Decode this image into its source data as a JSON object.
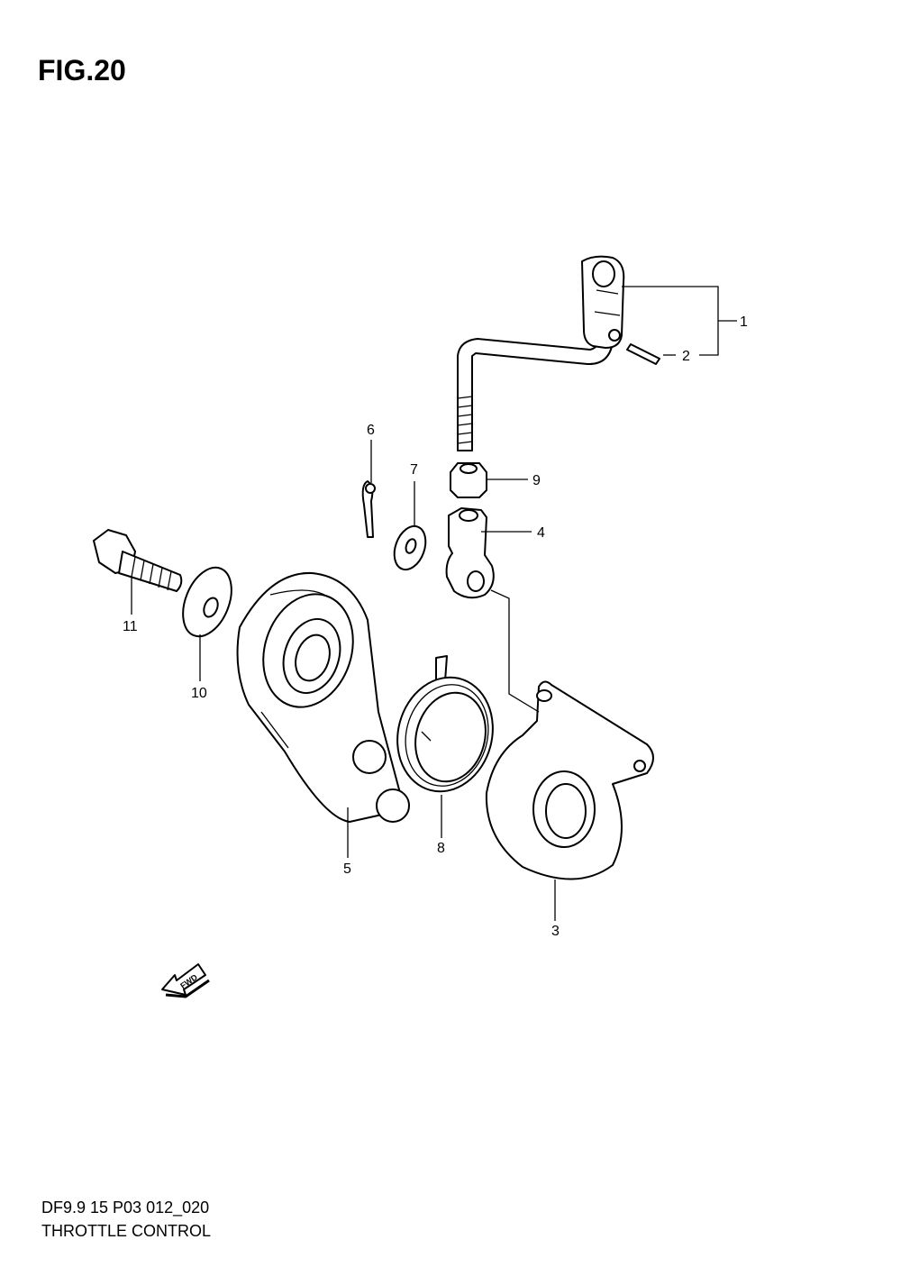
{
  "figure_label": "FIG.20",
  "footer": {
    "code": "DF9.9 15 P03 012_020",
    "name": "THROTTLE CONTROL"
  },
  "fwd_label": "FWD",
  "callouts": {
    "c1": "1",
    "c2": "2",
    "c3": "3",
    "c4": "4",
    "c5": "5",
    "c6": "6",
    "c7": "7",
    "c8": "8",
    "c9": "9",
    "c10": "10",
    "c11": "11"
  }
}
